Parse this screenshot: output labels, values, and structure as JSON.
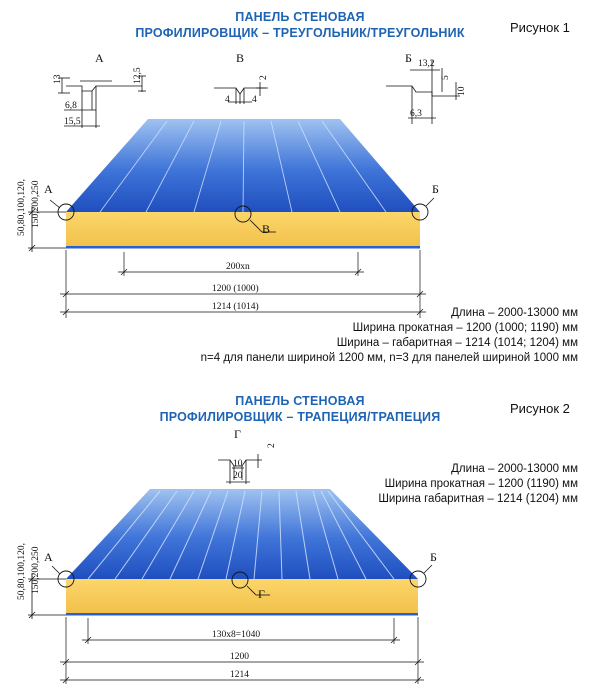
{
  "figure1": {
    "title_line1": "ПАНЕЛЬ СТЕНОВАЯ",
    "title_line2": "ПРОФИЛИРОВЩИК – ТРЕУГОЛЬНИК/ТРЕУГОЛЬНИК",
    "figure_label": "Рисунок 1",
    "detail_labels": {
      "a": "А",
      "v": "В",
      "b": "Б"
    },
    "detail_a_dims": {
      "d13": "13",
      "d12_5": "12,5",
      "d6_8": "6,8",
      "d15_5": "15,5"
    },
    "detail_v_dims": {
      "d2": "2",
      "d4a": "4",
      "d4b": "4"
    },
    "detail_b_dims": {
      "d13_2": "13,2",
      "d5": "5",
      "d10": "10",
      "d6_3": "6,3"
    },
    "thickness_line1": "50,80,100,120,",
    "thickness_line2": "150,200,250",
    "callouts": {
      "a": "А",
      "b": "Б",
      "v": "В"
    },
    "dim_pitch": "200хn",
    "dim_rolled": "1200 (1000)",
    "dim_overall": "1214 (1014)",
    "specs": [
      "Длина – 2000-13000 мм",
      "Ширина прокатная – 1200 (1000; 1190) мм",
      "Ширина – габаритная – 1214 (1014; 1204) мм",
      "n=4 для панели шириной 1200 мм, n=3 для панелей шириной 1000 мм"
    ]
  },
  "figure2": {
    "title_line1": "ПАНЕЛЬ СТЕНОВАЯ",
    "title_line2": "ПРОФИЛИРОВЩИК – ТРАПЕЦИЯ/ТРАПЕЦИЯ",
    "figure_label": "Рисунок 2",
    "detail_label": "Г",
    "detail_g_dims": {
      "d10": "10",
      "d20": "20",
      "d2": "2"
    },
    "thickness_line1": "50,80,100,120,",
    "thickness_line2": "150,200,250",
    "callouts": {
      "a": "А",
      "b": "Б",
      "g": "Г"
    },
    "dim_pitch": "130х8=1040",
    "dim_rolled": "1200",
    "dim_overall": "1214",
    "specs": [
      "Длина – 2000-13000 мм",
      "Ширина прокатная – 1200 (1190) мм",
      "Ширина габаритная – 1214 (1204) мм"
    ]
  },
  "colors": {
    "title_blue": "#1f64b4",
    "panel_blue": "#2a5fcc",
    "panel_blue_light": "#9fc2f0",
    "core_yellow": "#f8cc55"
  }
}
